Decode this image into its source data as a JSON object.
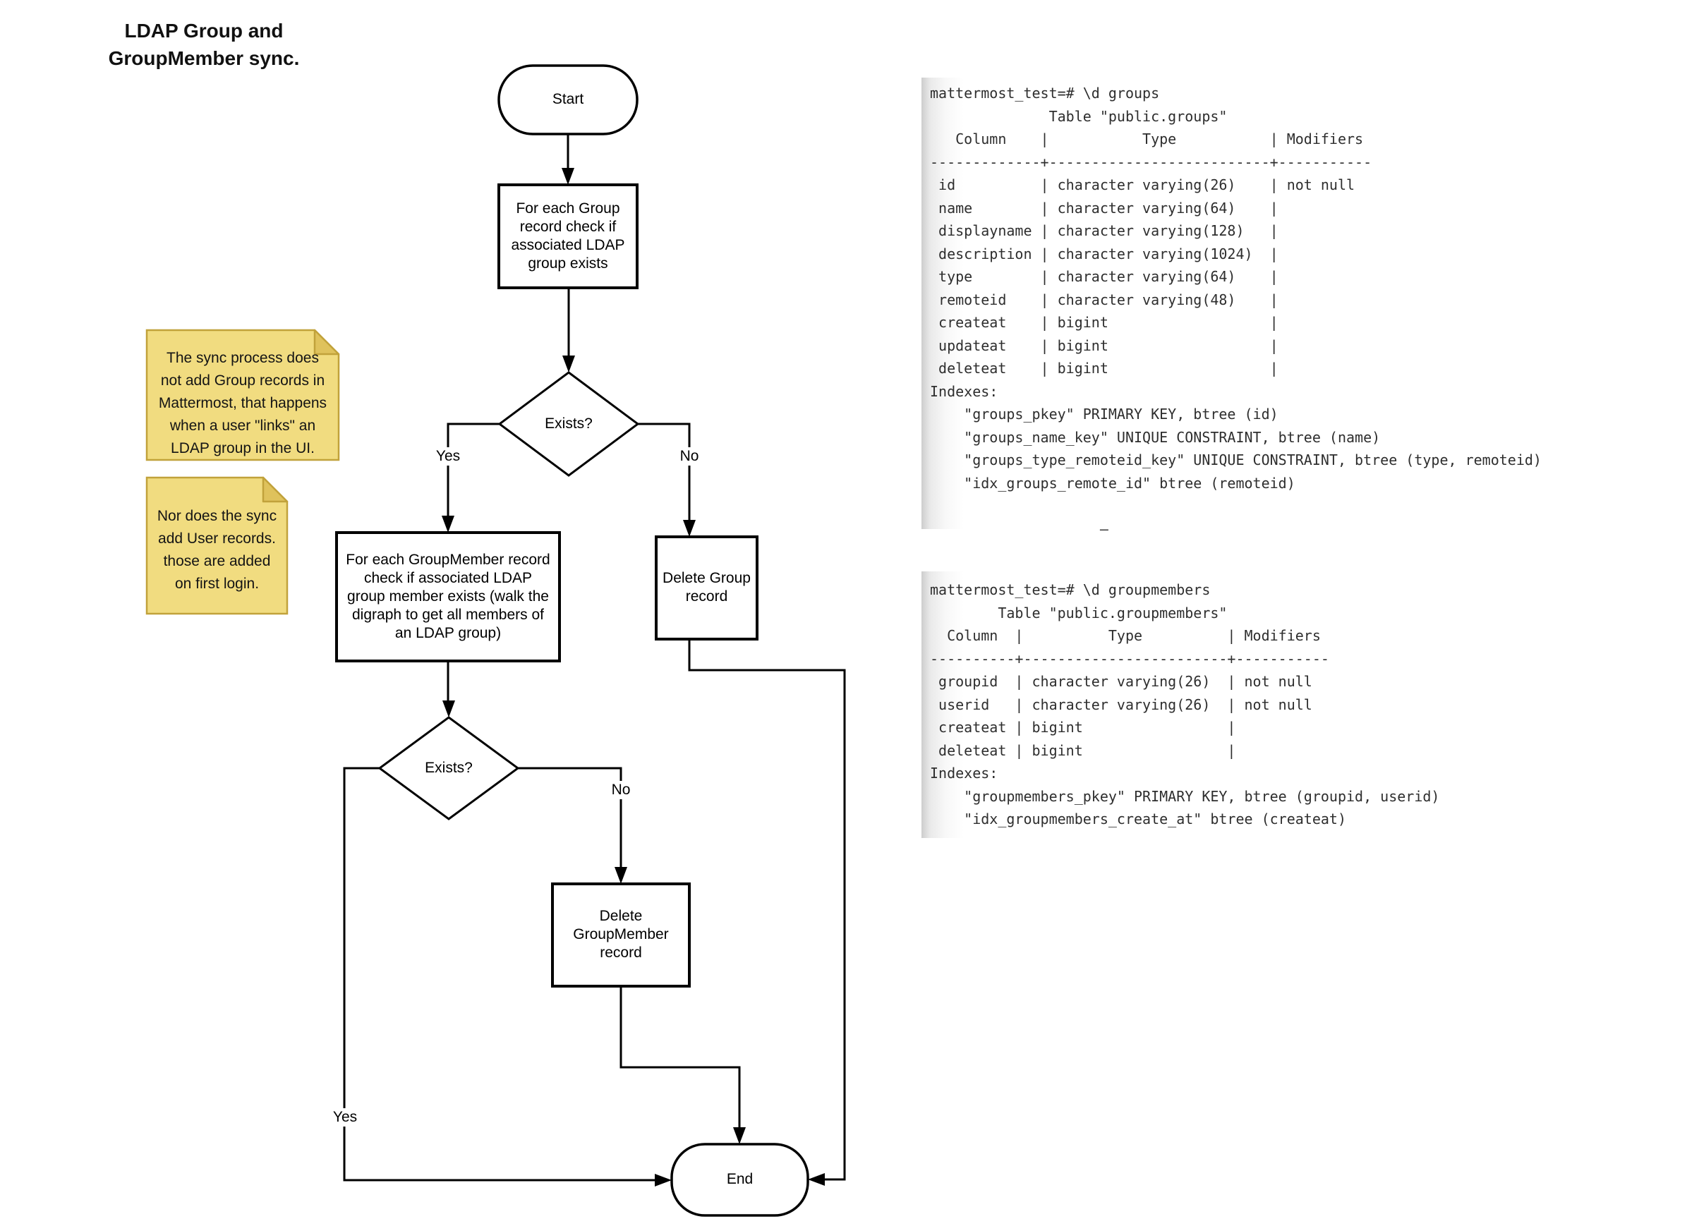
{
  "title": {
    "lines": [
      "LDAP Group and",
      "GroupMember sync."
    ]
  },
  "flowchart": {
    "start_label": "Start",
    "end_label": "End",
    "check_group_lines": [
      "For each Group",
      "record check if",
      "associated LDAP",
      "group exists"
    ],
    "decision1_label": "Exists?",
    "decision2_label": "Exists?",
    "yes1_label": "Yes",
    "no1_label": "No",
    "yes2_label": "Yes",
    "no2_label": "No",
    "check_groupmember_lines": [
      "For each GroupMember record",
      "check if associated LDAP",
      "group member exists (walk the",
      "digraph to get all members of",
      "an LDAP group)"
    ],
    "delete_group_lines": [
      "Delete Group",
      "record"
    ],
    "delete_groupmember_lines": [
      "Delete",
      "GroupMember",
      "record"
    ]
  },
  "notes": {
    "sync_note_lines": [
      "The sync process does",
      "not add Group records in",
      "Mattermost, that happens",
      "when a user \"links\" an",
      "LDAP group in the UI."
    ],
    "user_note_lines": [
      "Nor does the sync",
      "add User records.",
      "those are added",
      "on first login."
    ]
  },
  "terminals": {
    "groups_lines": [
      "mattermost_test=# \\d groups",
      "              Table \"public.groups\"",
      "   Column    |           Type           | Modifiers",
      "-------------+--------------------------+-----------",
      " id          | character varying(26)    | not null",
      " name        | character varying(64)    |",
      " displayname | character varying(128)   |",
      " description | character varying(1024)  |",
      " type        | character varying(64)    |",
      " remoteid    | character varying(48)    |",
      " createat    | bigint                   |",
      " updateat    | bigint                   |",
      " deleteat    | bigint                   |",
      "Indexes:",
      "    \"groups_pkey\" PRIMARY KEY, btree (id)",
      "    \"groups_name_key\" UNIQUE CONSTRAINT, btree (name)",
      "    \"groups_type_remoteid_key\" UNIQUE CONSTRAINT, btree (type, remoteid)",
      "    \"idx_groups_remote_id\" btree (remoteid)",
      "",
      "                    –"
    ],
    "groupmembers_lines": [
      "mattermost_test=# \\d groupmembers",
      "        Table \"public.groupmembers\"",
      "  Column  |          Type          | Modifiers",
      "----------+------------------------+-----------",
      " groupid  | character varying(26)  | not null",
      " userid   | character varying(26)  | not null",
      " createat | bigint                 |",
      " deleteat | bigint                 |",
      "Indexes:",
      "    \"groupmembers_pkey\" PRIMARY KEY, btree (groupid, userid)",
      "    \"idx_groupmembers_create_at\" btree (createat)"
    ]
  },
  "colors": {
    "stroke": "#000000",
    "note_fill": "#F1DC80",
    "note_fold": "#DFC25C",
    "note_border": "#C1A23B",
    "terminal_text": "#2e2e2e"
  }
}
